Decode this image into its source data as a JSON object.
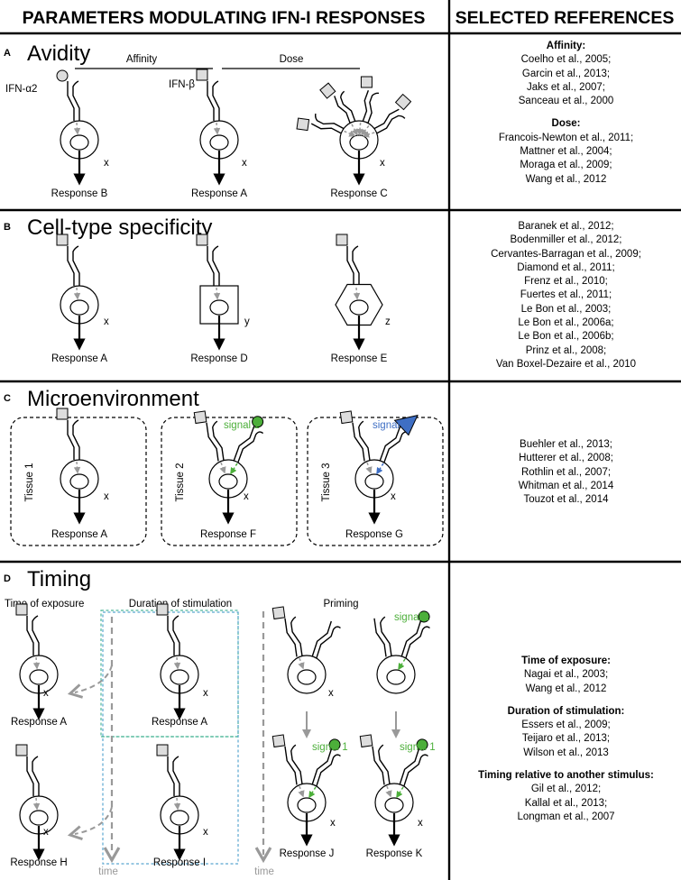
{
  "header": {
    "left_title": "PARAMETERS MODULATING IFN-I RESPONSES",
    "right_title": "SELECTED REFERENCES"
  },
  "panels": {
    "A": {
      "letter": "A",
      "title": "Avidity",
      "affinity_label": "Affinity",
      "dose_label": "Dose",
      "ligand_alpha": "IFN-α2",
      "ligand_beta": "IFN-β",
      "cell_label": "x",
      "responses": [
        "Response B",
        "Response A",
        "Response C"
      ]
    },
    "B": {
      "letter": "B",
      "title": "Cell-type specificity",
      "cell_labels": [
        "x",
        "y",
        "z"
      ],
      "responses": [
        "Response A",
        "Response D",
        "Response E"
      ]
    },
    "C": {
      "letter": "C",
      "title": "Microenvironment",
      "tissues": [
        "Tissue 1",
        "Tissue 2",
        "Tissue 3"
      ],
      "signal1": "signal 1",
      "signal2": "signal 2",
      "cell_label": "x",
      "responses": [
        "Response A",
        "Response F",
        "Response G"
      ]
    },
    "D": {
      "letter": "D",
      "title": "Timing",
      "time_of_exposure": "Time of exposure",
      "duration_of_stimulation": "Duration of stimulation",
      "priming": "Priming",
      "signal1": "signal 1",
      "time_label": "time",
      "cell_label": "x",
      "responses_top": [
        "Response A",
        "Response A"
      ],
      "responses_bottom": [
        "Response H",
        "Response I",
        "Response J",
        "Response K"
      ]
    }
  },
  "references": {
    "A": {
      "affinity_heading": "Affinity:",
      "affinity": [
        "Coelho et al., 2005;",
        "Garcin et al., 2013;",
        "Jaks et al., 2007;",
        "Sanceau et al., 2000"
      ],
      "dose_heading": "Dose:",
      "dose": [
        "Francois-Newton et al., 2011;",
        "Mattner et al., 2004;",
        "Moraga et al., 2009;",
        "Wang et al., 2012"
      ]
    },
    "B": [
      "Baranek et al., 2012;",
      "Bodenmiller et al., 2012;",
      "Cervantes-Barragan et al., 2009;",
      "Diamond et al., 2011;",
      "Frenz et al., 2010;",
      "Fuertes et al., 2011;",
      "Le Bon et al., 2003;",
      "Le Bon et al., 2006a;",
      "Le Bon et al., 2006b;",
      "Prinz et al., 2008;",
      "Van Boxel-Dezaire et al., 2010"
    ],
    "C": [
      "Buehler et al., 2013;",
      "Hutterer et al., 2008;",
      "Rothlin et al., 2007;",
      "Whitman et al., 2014",
      "Touzot et al., 2014"
    ],
    "D": {
      "exposure_heading": "Time of exposure:",
      "exposure": [
        "Nagai et al., 2003;",
        "Wang et al., 2012"
      ],
      "duration_heading": "Duration of stimulation:",
      "duration": [
        "Essers et al., 2009;",
        "Teijaro et al., 2013;",
        "Wilson et al., 2013"
      ],
      "relative_heading": "Timing relative to another stimulus:",
      "relative": [
        "Gil et al., 2012;",
        "Kallal et al., 2013;",
        "Longman et al., 2007"
      ]
    }
  },
  "colors": {
    "signal1_green": "#4caf3a",
    "signal2_blue": "#3f6fc4",
    "gray_arrow": "#999999",
    "green_dashed_box": "#4fb89a",
    "blue_dashed_box": "#5aa6d0"
  }
}
